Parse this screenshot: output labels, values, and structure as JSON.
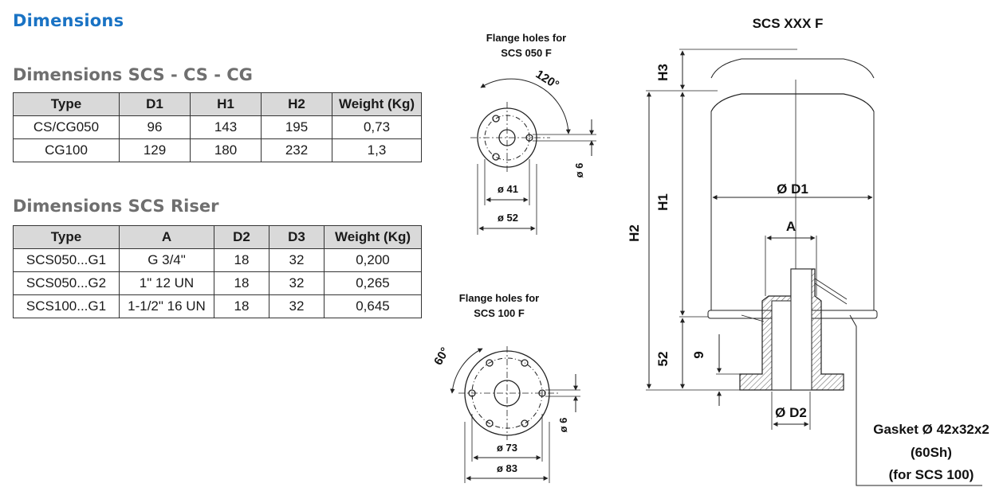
{
  "headings": {
    "main": "Dimensions",
    "table1": "Dimensions SCS - CS - CG",
    "table2": "Dimensions SCS Riser"
  },
  "table1": {
    "headers": [
      "Type",
      "D1",
      "H1",
      "H2",
      "Weight (Kg)"
    ],
    "rows": [
      [
        "CS/CG050",
        "96",
        "143",
        "195",
        "0,73"
      ],
      [
        "CG100",
        "129",
        "180",
        "232",
        "1,3"
      ]
    ]
  },
  "table2": {
    "headers": [
      "Type",
      "A",
      "D2",
      "D3",
      "Weight (Kg)"
    ],
    "rows": [
      [
        "SCS050...G1",
        "G 3/4\"",
        "18",
        "32",
        "0,200"
      ],
      [
        "SCS050...G2",
        "1\" 12 UN",
        "18",
        "32",
        "0,265"
      ],
      [
        "SCS100...G1",
        "1-1/2\" 16 UN",
        "18",
        "32",
        "0,645"
      ]
    ]
  },
  "flange050": {
    "title_line1": "Flange holes for",
    "title_line2": "SCS 050 F",
    "angle": "120°",
    "hole": "ø 6",
    "inner": "ø 41",
    "outer": "ø 52"
  },
  "flange100": {
    "title_line1": "Flange holes for",
    "title_line2": "SCS 100 F",
    "angle": "60°",
    "hole": "ø 6",
    "inner": "ø 73",
    "outer": "ø 83"
  },
  "section": {
    "title": "SCS XXX F",
    "h3": "H3",
    "h1": "H1",
    "h2": "H2",
    "d1": "Ø D1",
    "a": "A",
    "d52": "52",
    "d9": "9",
    "d2": "Ø D2",
    "gasket_line1": "Gasket Ø 42x32x2",
    "gasket_line2": "(60Sh)",
    "gasket_line3": "(for SCS 100)"
  }
}
